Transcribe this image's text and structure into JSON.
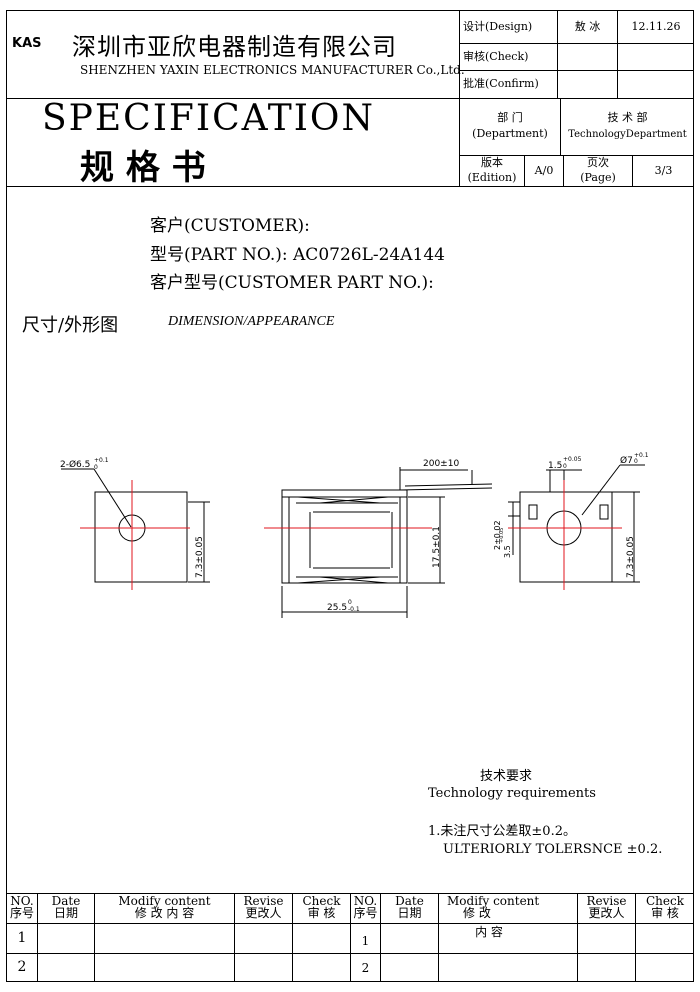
{
  "header": {
    "logo": "KAS",
    "company_cn": "深圳市亚欣电器制造有限公司",
    "company_en": "SHENZHEN YAXIN ELECTRONICS MANUFACTURER Co.,Ltd.",
    "design_label": "设计(Design)",
    "design_name": "敖 冰",
    "design_date": "12.11.26",
    "check_label": "审核(Check)",
    "confirm_label": "批准(Confirm)",
    "spec_title": "SPECIFICATION",
    "spec_title_cn": "规    格    书",
    "dept_label_cn": "部  门",
    "dept_label_en": "(Department)",
    "dept_value_cn": "技 术 部",
    "dept_value_en": "TechnologyDepartment",
    "edition_label_cn": "版本",
    "edition_label_en": "(Edition)",
    "edition_value": "A/0",
    "page_label_cn": "页次",
    "page_label_en": "(Page)",
    "page_value": "3/3"
  },
  "info": {
    "customer": "客户(CUSTOMER):",
    "part_no_label": "型号(PART NO.):",
    "part_no": "AC0726L-24A144",
    "customer_part": "客户型号(CUSTOMER PART NO.):"
  },
  "dimension": {
    "title_cn": "尺寸/外形图",
    "title_en": "DIMENSION/APPEARANCE",
    "labels": {
      "hole_left": "2-Ø6.5",
      "hole_left_tol": "+0.1",
      "hole_left_tol_low": "0",
      "height_left": "7.3±0.05",
      "lead_length": "200±10",
      "body_height": "17.5±0.1",
      "body_length": "25.5",
      "body_length_tol_up": "0",
      "body_length_tol_low": "-0.1",
      "slot_width": "1.5",
      "slot_tol_up": "+0.05",
      "slot_tol_low": "0",
      "hole_right": "Ø7",
      "hole_right_tol_up": "+0.1",
      "hole_right_tol_low": "0",
      "slot_a": "2±0.02",
      "slot_b": "3.5",
      "slot_b_tol": "+0.05",
      "height_right": "7.3±0.05"
    }
  },
  "requirements": {
    "title_cn": "技术要求",
    "title_en": "Technology   requirements",
    "item1_cn": "1.未注尺寸公差取±0.2。",
    "item1_en": "ULTERIORLY TOLERSNCE ±0.2."
  },
  "revision_table": {
    "headers_en": [
      "NO.",
      "Date",
      "Modify content",
      "Revise",
      "Check"
    ],
    "headers_cn": [
      "序号",
      "日期",
      "修 改 内 容",
      "更改人",
      "审   核"
    ],
    "headers_cn_right": [
      "序号",
      "日期",
      "修  改",
      "更改人",
      "审   核"
    ],
    "extra_right": "内  容",
    "rows": [
      "1",
      "2"
    ]
  }
}
